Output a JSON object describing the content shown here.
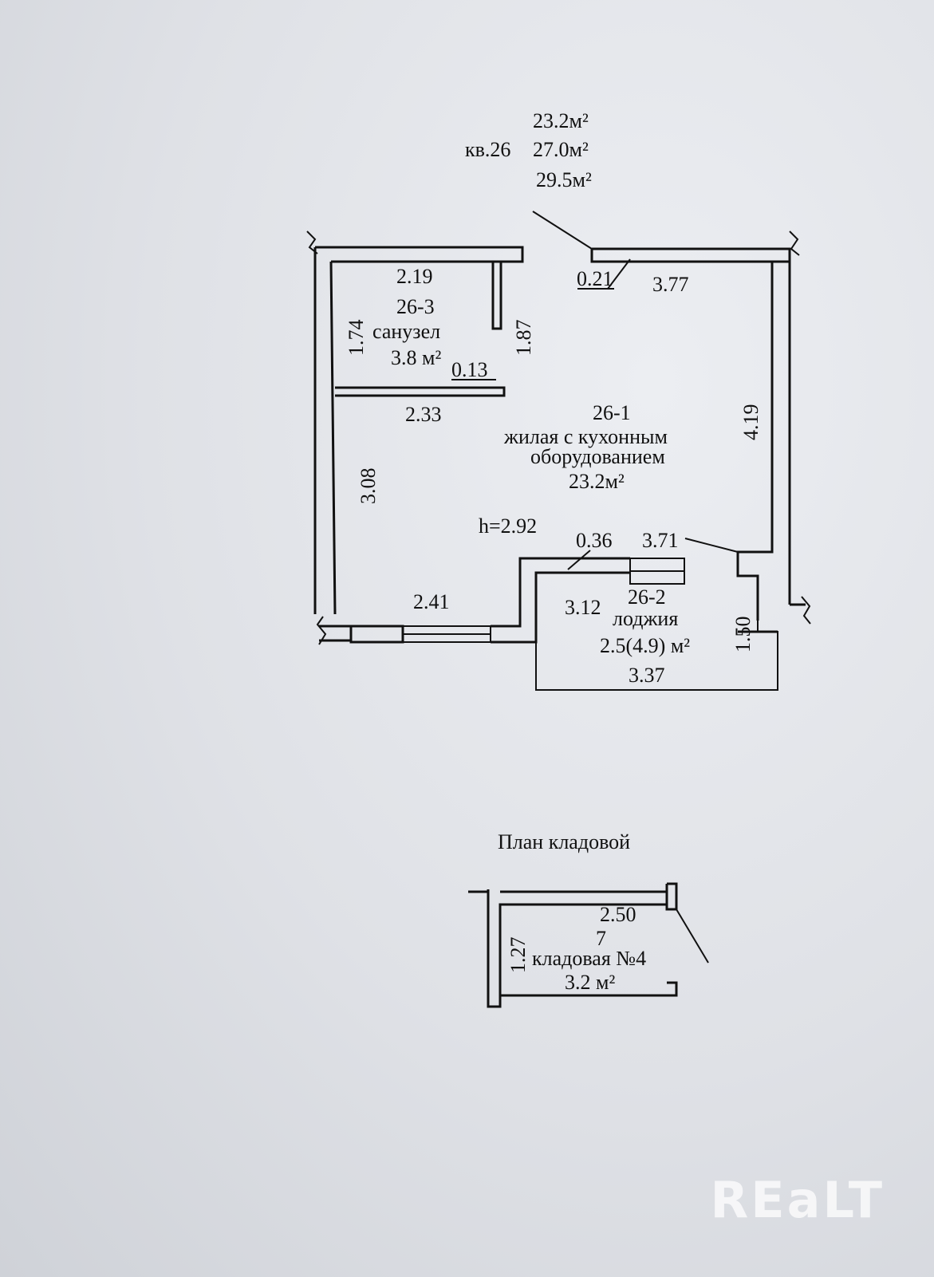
{
  "header": {
    "apartment": "кв.26",
    "area_living": "23.2м²",
    "area_total": "27.0м²",
    "area_with_loggia": "29.5м²"
  },
  "rooms": {
    "bathroom": {
      "id": "26-3",
      "name": "санузел",
      "area": "3.8 м²"
    },
    "living": {
      "id": "26-1",
      "name_line1": "жилая с кухонным",
      "name_line2": "оборудованием",
      "area": "23.2м²"
    },
    "loggia": {
      "id": "26-2",
      "name": "лоджия",
      "area": "2.5(4.9) м²"
    }
  },
  "dimensions": {
    "bath_top": "2.19",
    "bath_left": "1.74",
    "bath_right": "1.87",
    "bath_step": "0.13",
    "bath_bottom": "2.33",
    "door_offset": "0.21",
    "living_top": "3.77",
    "living_right": "4.19",
    "living_left": "3.08",
    "ceiling_height": "h=2.92",
    "step_036": "0.36",
    "living_bottom": "3.71",
    "bottom_left": "2.41",
    "loggia_inner": "3.12",
    "loggia_side": "1.50",
    "loggia_outer": "3.37"
  },
  "storage": {
    "title": "План кладовой",
    "id": "7",
    "name": "кладовая №4",
    "area": "3.2 м²",
    "dim_top": "2.50",
    "dim_left": "1.27"
  },
  "watermark": "REaLT"
}
